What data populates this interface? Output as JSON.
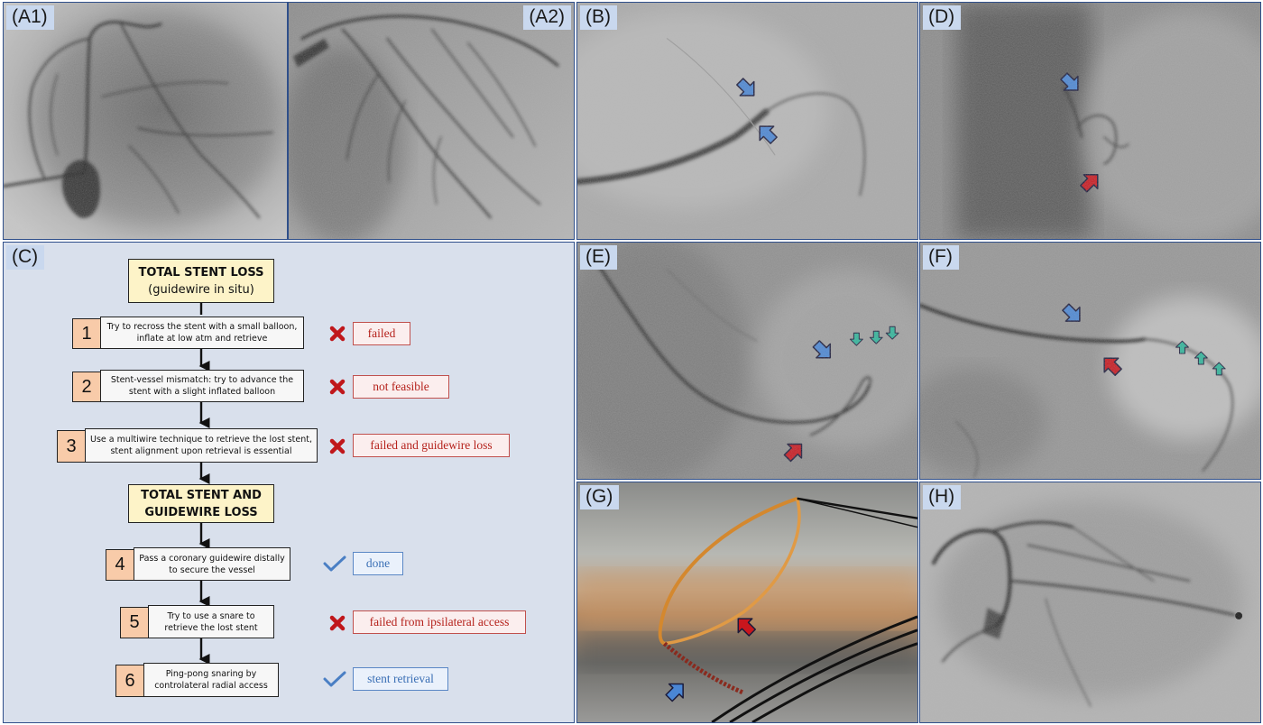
{
  "panels": {
    "a1": {
      "label": "(A1)"
    },
    "a2": {
      "label": "(A2)"
    },
    "b": {
      "label": "(B)"
    },
    "c": {
      "label": "(C)"
    },
    "d": {
      "label": "(D)"
    },
    "e": {
      "label": "(E)"
    },
    "f": {
      "label": "(F)"
    },
    "g": {
      "label": "(G)"
    },
    "h": {
      "label": "(H)"
    }
  },
  "flowchart": {
    "header1": {
      "title": "TOTAL STENT LOSS",
      "subtitle": "(guidewire in situ)"
    },
    "header2": {
      "line1": "TOTAL STENT AND",
      "line2": "GUIDEWIRE LOSS"
    },
    "steps": [
      {
        "number": "1",
        "line1": "Try to recross the stent with a small balloon,",
        "line2": "inflate at low atm and retrieve",
        "result": "failed",
        "outcome": "cross"
      },
      {
        "number": "2",
        "line1": "Stent-vessel mismatch: try to advance the",
        "line2": "stent with a slight inflated balloon",
        "result": "not feasible",
        "outcome": "cross"
      },
      {
        "number": "3",
        "line1": "Use a multiwire technique to retrieve the lost stent,",
        "line2": "stent alignment upon retrieval is essential",
        "result": "failed and guidewire loss",
        "outcome": "cross"
      },
      {
        "number": "4",
        "line1": "Pass a coronary guidewire distally",
        "line2": "to secure the vessel",
        "result": "done",
        "outcome": "check"
      },
      {
        "number": "5",
        "line1": "Try to use a snare to",
        "line2": "retrieve the lost stent",
        "result": "failed from ipsilateral access",
        "outcome": "cross"
      },
      {
        "number": "6",
        "line1": "Ping-pong snaring by",
        "line2": "controlateral radial access",
        "result": "stent retrieval",
        "outcome": "check"
      }
    ]
  },
  "colors": {
    "panel_border": "#2f4f8a",
    "label_bg": "#c9d8ee",
    "flow_bg": "#d9e0ec",
    "header_bg": "#fdf3c8",
    "number_bg": "#f8cba9",
    "fail": "#c0504d",
    "success": "#5a87c5",
    "arrow_blue": "#4a86d4",
    "arrow_red": "#c8161d",
    "arrow_green": "#2fb59a"
  }
}
